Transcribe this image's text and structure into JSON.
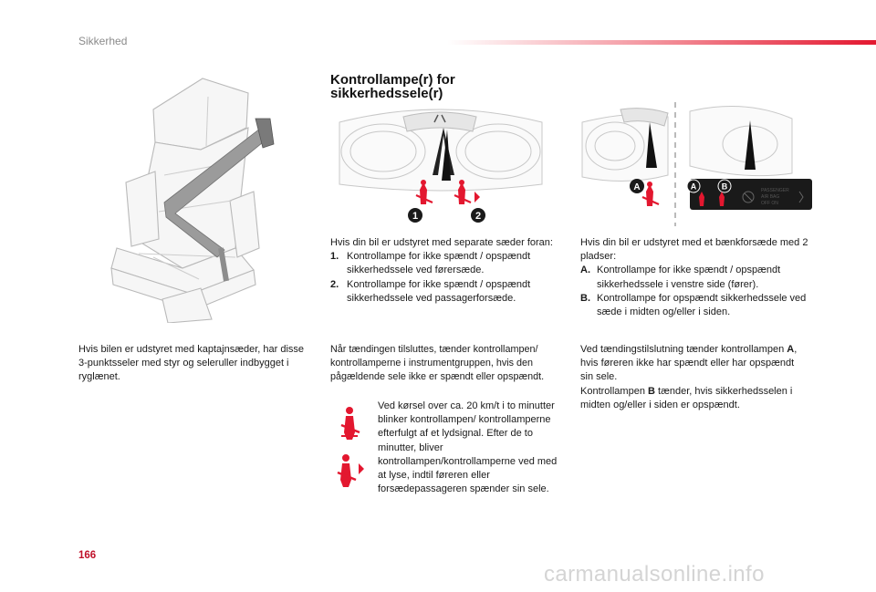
{
  "header": {
    "section_title": "Sikkerhed",
    "accent_color": "#e3172f"
  },
  "heading": {
    "line1": "Kontrollampe(r) for",
    "line2": "sikkerhedssele(r)"
  },
  "figure_seat": {
    "caption": "Hvis bilen er udstyret med kaptajnsæder, har disse 3-punktsseler med styr og seleruller indbygget i ryglænet."
  },
  "figure_dash_left": {
    "callouts": [
      "1",
      "2"
    ]
  },
  "figure_dash_right": {
    "callouts": [
      "A",
      "B"
    ],
    "panel_text": [
      "PASSENGER",
      "AIR BAG",
      "OFF ON"
    ]
  },
  "col_left": {
    "intro": "Hvis din bil er udstyret med separate sæder foran:",
    "items": [
      {
        "marker": "1.",
        "text": "Kontrollampe for ikke spændt / opspændt sikkerhedssele ved førersæde."
      },
      {
        "marker": "2.",
        "text": "Kontrollampe for ikke spændt / opspændt sikkerhedssele ved passagerforsæde."
      }
    ],
    "para": "Når tændingen tilsluttes, tænder kontrollampen/ kontrollamperne i instrumentgruppen, hvis den pågældende sele ikke er spændt eller opspændt.",
    "note": "Ved kørsel over ca. 20 km/t i to minutter blinker kontrollampen/ kontrollamperne efterfulgt af et lydsignal. Efter de to minutter, bliver kontrollampen/kontrollamperne ved med at lyse, indtil føreren eller forsædepassageren spænder sin sele."
  },
  "col_right": {
    "intro": "Hvis din bil er udstyret med et bænkforsæde med 2 pladser:",
    "items": [
      {
        "marker": "A.",
        "text": "Kontrollampe for ikke spændt / opspændt sikkerhedssele i venstre side (fører)."
      },
      {
        "marker": "B.",
        "text": "Kontrollampe for opspændt sikkerhedssele ved sæde i midten og/eller i siden."
      }
    ],
    "para_lines": [
      {
        "before": "Ved tændingstilslutning tænder kontrollampen ",
        "bold": "A",
        "after": ", hvis føreren ikke har spændt eller har opspændt sin sele."
      },
      {
        "before": "Kontrollampen ",
        "bold": "B",
        "after": " tænder, hvis sikkerhedsselen i midten og/eller i siden er opspændt."
      }
    ]
  },
  "footer": {
    "page_number": "166",
    "watermark": "carmanualsonline.info"
  }
}
